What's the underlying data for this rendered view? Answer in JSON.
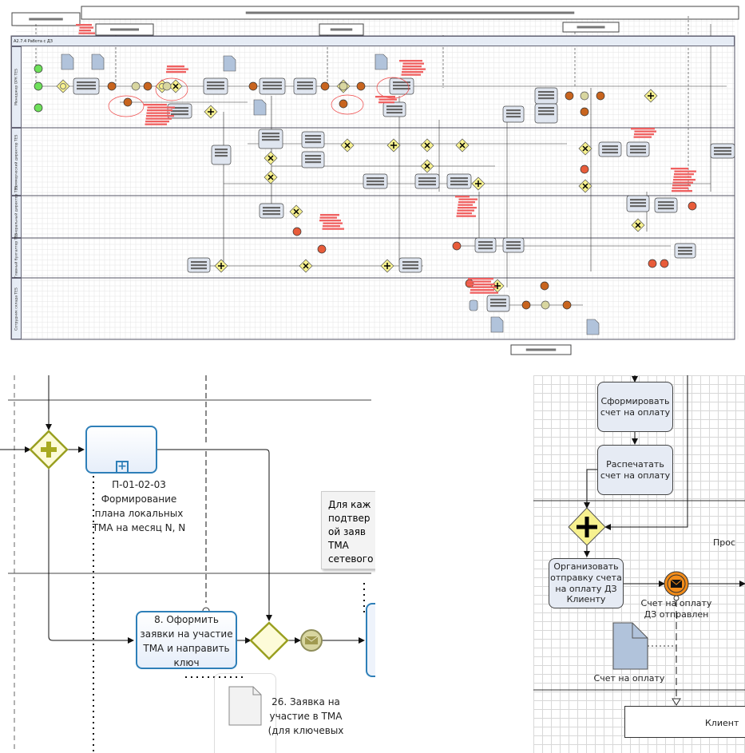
{
  "overview": {
    "pool_title": "A2.7.4 Работа с ДЗ",
    "lanes": [
      {
        "label": "Менеджер ОРК TES"
      },
      {
        "label": "Коммерческий директор TES"
      },
      {
        "label": "Генеральный директор TES"
      },
      {
        "label": "Главный бухгалтер TES"
      },
      {
        "label": "Сотрудник склада TES"
      }
    ]
  },
  "left_panel": {
    "subprocess_label": "П-01-02-03 Формирование плана локальных ТМА на месяц N, N",
    "task_label": "8. Оформить заявки на участие ТМА и направить ключ",
    "annotation": "Для каж подтвер ой заяв ТМА сетевого",
    "document_label": "26. Заявка на участие в ТМА (для ключевых"
  },
  "right_panel": {
    "task1": "Сформировать счет на оплату",
    "task2": "Распечатать счет на оплату",
    "task3": "Организовать отправку счета на оплату ДЗ Клиенту",
    "event_label": "Счет на оплату ДЗ отправлен",
    "document_label": "Счет на оплату",
    "partial_label": "Прос",
    "pool_label": "Клиент"
  },
  "colors": {
    "gateway": "#f7f18f",
    "event_start": "#6ee05a",
    "event_intermediate": "#e0822a",
    "task": "#e6ebf4",
    "highlight": "#f06060"
  }
}
